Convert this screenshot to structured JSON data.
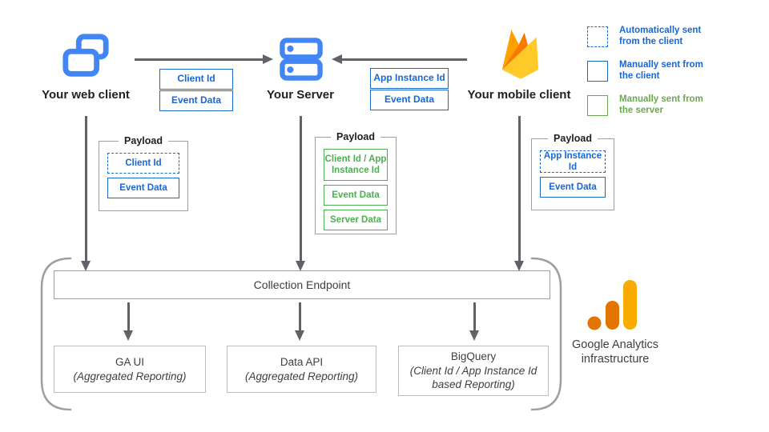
{
  "clients": [
    {
      "label": "Your web client"
    },
    {
      "label": "Your Server"
    },
    {
      "label": "Your mobile client"
    }
  ],
  "flows": {
    "web_to_server": [
      "Client Id",
      "Event Data"
    ],
    "mobile_to_server": [
      "App Instance Id",
      "Event Data"
    ]
  },
  "legend": [
    {
      "label": "Automatically sent from the client",
      "style": "dashed-blue"
    },
    {
      "label": "Manually sent from the client",
      "style": "solid-blue"
    },
    {
      "label": "Manually sent from the server",
      "style": "solid-green"
    }
  ],
  "payloads": [
    {
      "title": "Payload",
      "items": [
        {
          "label": "Client Id",
          "style": "dashed-blue"
        },
        {
          "label": "Event Data",
          "style": "solid-blue"
        }
      ]
    },
    {
      "title": "Payload",
      "items": [
        {
          "label": "Client Id / App Instance Id",
          "style": "solid-green"
        },
        {
          "label": "Event Data",
          "style": "solid-green"
        },
        {
          "label": "Server Data",
          "style": "solid-green"
        }
      ]
    },
    {
      "title": "Payload",
      "items": [
        {
          "label": "App Instance Id",
          "style": "dashed-blue"
        },
        {
          "label": "Event Data",
          "style": "solid-blue"
        }
      ]
    }
  ],
  "infrastructure": {
    "endpoint_label": "Collection Endpoint",
    "outputs": [
      {
        "title": "GA UI",
        "subtitle": "(Aggregated Reporting)"
      },
      {
        "title": "Data API",
        "subtitle": "(Aggregated Reporting)"
      },
      {
        "title": "BigQuery",
        "subtitle": "(Client Id / App Instance Id based Reporting)"
      }
    ],
    "brand_label": "Google Analytics infrastructure"
  },
  "colors": {
    "blue": "#1967d2",
    "icon-blue": "#4285f4",
    "green": "#4caf50",
    "legend-green": "#6aa84f",
    "arrow": "#5f6368",
    "gray-border": "#9e9e9e",
    "amber": "#f9ab00",
    "orange": "#e37400",
    "flame-1": "#ffa000",
    "flame-2": "#f57c00",
    "flame-3": "#ffca28"
  }
}
